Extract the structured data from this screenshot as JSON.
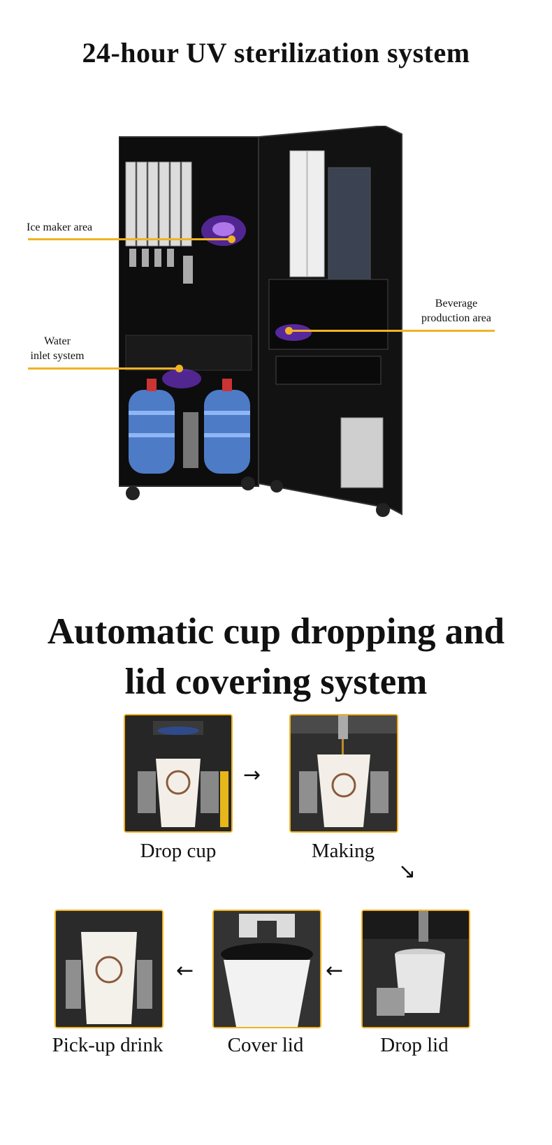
{
  "section1": {
    "title": "24-hour UV sterilization system",
    "callouts": {
      "ice_maker": "Ice maker area",
      "water_inlet_line1": "Water",
      "water_inlet_line2": "inlet system",
      "beverage_line1": "Beverage",
      "beverage_line2": "production area"
    }
  },
  "section2": {
    "title_line1": "Automatic cup dropping and",
    "title_line2": "lid covering system",
    "steps": {
      "drop_cup": "Drop cup",
      "making": "Making",
      "drop_lid": "Drop lid",
      "cover_lid": "Cover lid",
      "pickup": "Pick-up drink"
    },
    "arrows": {
      "right": "→",
      "down_right": "↘",
      "left": "←"
    }
  },
  "colors": {
    "accent": "#f0b323",
    "uv_light": "#8a3cff",
    "machine_body": "#111111"
  }
}
